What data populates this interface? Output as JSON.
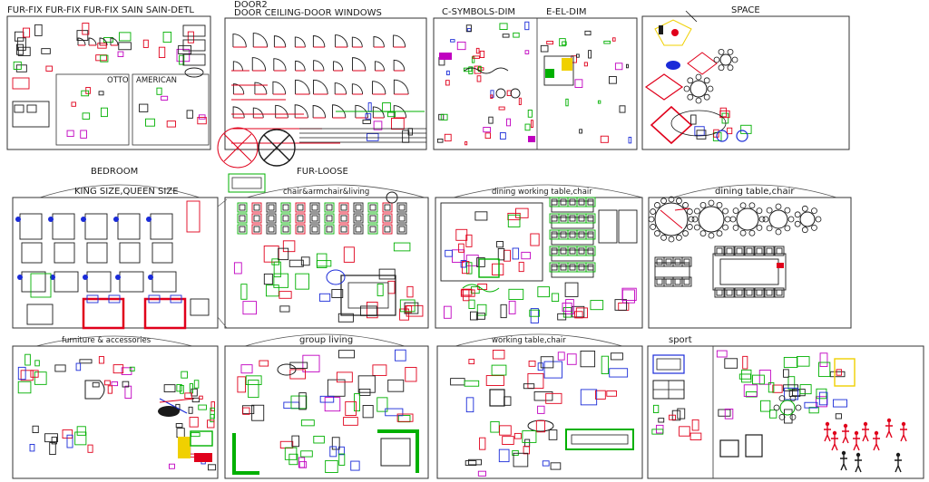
{
  "sheet": {
    "colors": {
      "red": "#e0001b",
      "green": "#00b000",
      "blue": "#1a2bd8",
      "magenta": "#c000c0",
      "yellow": "#f0d000",
      "black": "#1a1a1a",
      "cyan": "#00a8c8"
    }
  },
  "panels": {
    "fur_fix": {
      "header": "FUR-FIX FUR-FIX FUR-FIX SAIN SAIN-DETL",
      "sub_otto": "OTTO",
      "sub_american": "AMERICAN"
    },
    "door": {
      "header_line1": "DOOR2",
      "header_line2": "DOOR  CEILING-DOOR WINDOWS"
    },
    "csym": {
      "header": "C-SYMBOLS-DIM"
    },
    "eel": {
      "header": "E-EL-DIM"
    },
    "space": {
      "header": "SPACE"
    },
    "bedroom": {
      "header": "BEDROOM",
      "caption": "KING SIZE,QUEEN SIZE"
    },
    "furloose": {
      "header": "FUR-LOOSE",
      "caption": "chair&armchair&living"
    },
    "dining_work": {
      "caption": "dining working table,chair"
    },
    "dining_table": {
      "caption": "dining table,chair"
    },
    "furniture_acc": {
      "caption": "furniture & accessories"
    },
    "group_living": {
      "caption": "group living"
    },
    "working_table": {
      "caption": "working table,chair"
    },
    "sport": {
      "caption": "sport"
    }
  }
}
